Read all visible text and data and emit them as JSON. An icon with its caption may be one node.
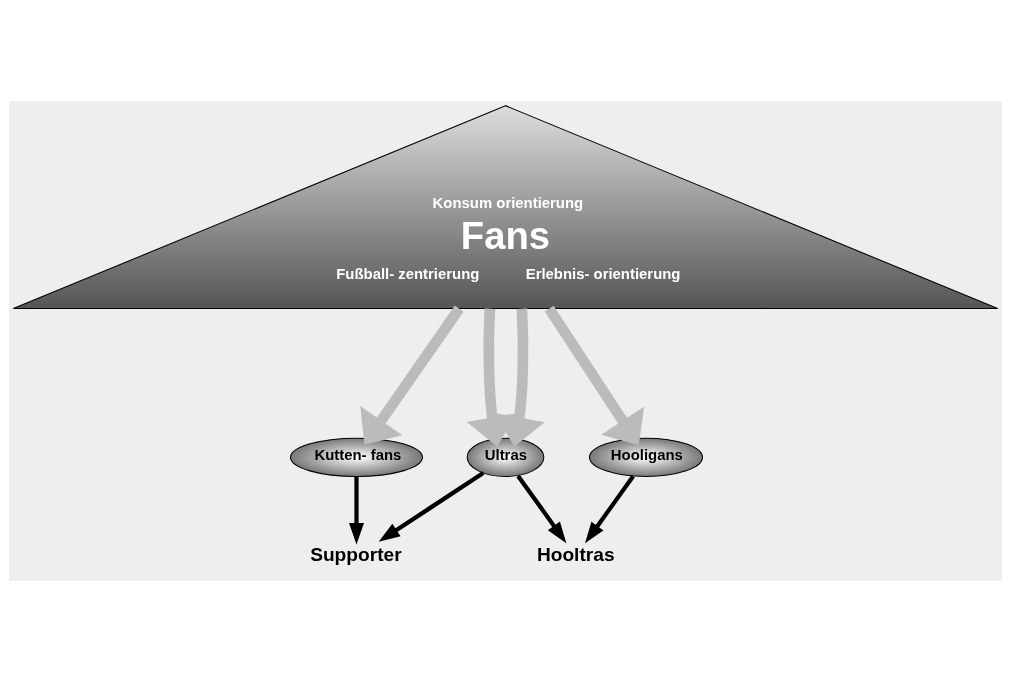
{
  "diagram": {
    "nodes": [
      {
        "text": [
          "Konsum orientierung",
          "Fans",
          "Fußball- zentrierung",
          "Erlebnis- orientierung"
        ]
      },
      {
        "text": [
          "Kutten- fans"
        ]
      },
      {
        "text": [
          "Ultras"
        ]
      },
      {
        "text": [
          "Hooligans"
        ]
      },
      {
        "text": [
          "Supporter"
        ]
      },
      {
        "text": [
          "Hooltras"
        ]
      }
    ],
    "edges": [
      {
        "from": 0,
        "to": 1,
        "arrow": "to",
        "style": "thick",
        "color": "#bbbbbb"
      },
      {
        "from": 0,
        "to": 2,
        "arrow": "to",
        "style": "thick",
        "color": "#bbbbbb"
      },
      {
        "from": 0,
        "to": 2,
        "arrow": "to",
        "style": "thick",
        "color": "#bbbbbb"
      },
      {
        "from": 0,
        "to": 3,
        "arrow": "to",
        "style": "thick",
        "color": "#bbbbbb"
      },
      {
        "from": 1,
        "to": 4,
        "arrow": "to",
        "color": "#000000"
      },
      {
        "from": 2,
        "to": 4,
        "arrow": "to",
        "color": "#000000"
      },
      {
        "from": 2,
        "to": 5,
        "arrow": "to",
        "color": "#000000"
      },
      {
        "from": 3,
        "to": 5,
        "arrow": "to",
        "color": "#000000"
      }
    ]
  }
}
